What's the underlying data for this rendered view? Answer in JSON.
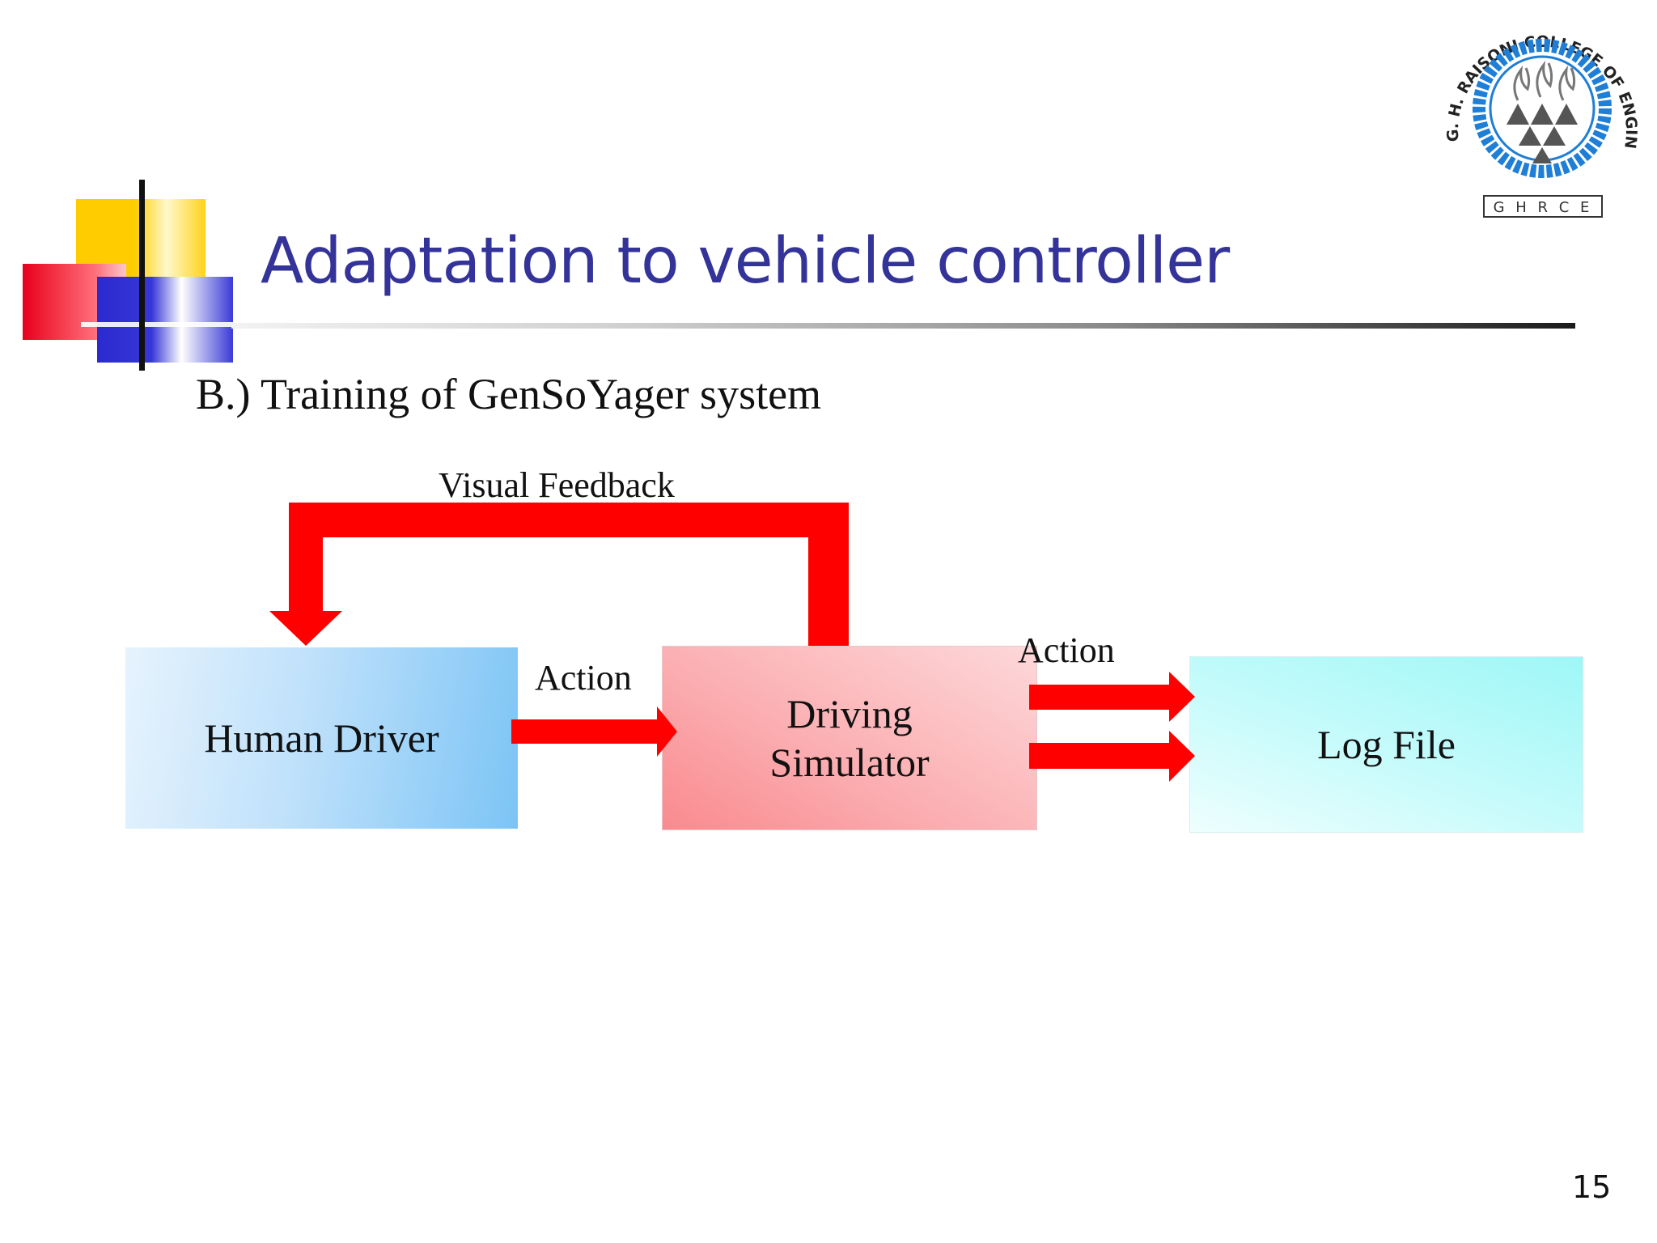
{
  "slide": {
    "title": "Adaptation to vehicle controller",
    "subtitle": "B.) Training of GenSoYager system",
    "page_number": "15"
  },
  "logo": {
    "ring_text": "G. H. RAISONI COLLEGE OF ENGINEERING",
    "abbreviation": "G H R C E",
    "ring_color": "#1f7ed6"
  },
  "diagram": {
    "nodes": {
      "human_driver": "Human Driver",
      "driving_simulator_line1": "Driving",
      "driving_simulator_line2": "Simulator",
      "log_file": "Log File"
    },
    "edges": {
      "visual_feedback": "Visual Feedback",
      "action_to_simulator": "Action",
      "action_to_log": "Action"
    },
    "arrow_color": "#ff0000"
  },
  "colors": {
    "title": "#333399",
    "arrow": "#ff0000"
  }
}
